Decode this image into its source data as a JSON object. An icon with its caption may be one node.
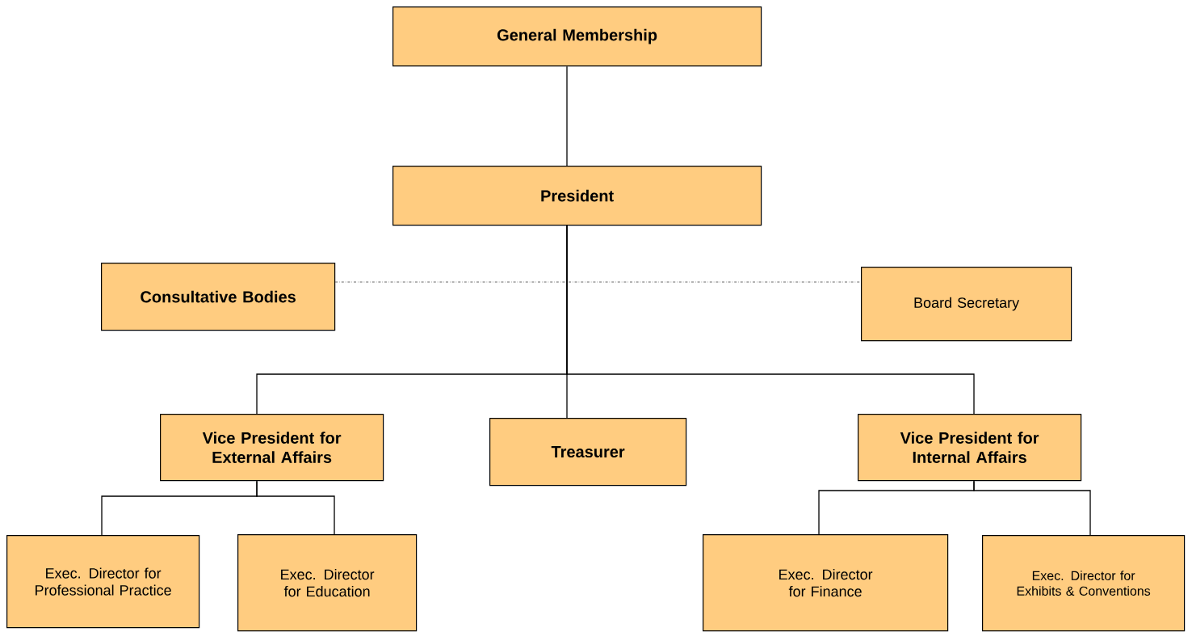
{
  "diagram": {
    "nodes": [
      {
        "text": [
          "General Membership"
        ]
      },
      {
        "text": [
          "President"
        ]
      },
      {
        "text": [
          "Consultative Bodies"
        ]
      },
      {
        "text": [
          "Board Secretary"
        ]
      },
      {
        "text": [
          "Vice President for External Affairs"
        ]
      },
      {
        "text": [
          "Treasurer"
        ]
      },
      {
        "text": [
          "Vice President for Internal Affairs"
        ]
      },
      {
        "text": [
          "Exec. Director for Professional Practice"
        ]
      },
      {
        "text": [
          "Exec. Director for Education"
        ]
      },
      {
        "text": [
          "Exec. Director for Finance"
        ]
      },
      {
        "text": [
          "Exec. Director for Exhibits & Conventions"
        ]
      }
    ],
    "edges": [
      {
        "from": 0,
        "to": 1,
        "arrow": "none"
      },
      {
        "from": 1,
        "to": 4,
        "arrow": "none"
      },
      {
        "from": 1,
        "to": 5,
        "arrow": "none"
      },
      {
        "from": 1,
        "to": 6,
        "arrow": "none"
      },
      {
        "from": 2,
        "to": 3,
        "arrow": "none",
        "style": "dashed"
      },
      {
        "from": 4,
        "to": 7,
        "arrow": "none"
      },
      {
        "from": 4,
        "to": 8,
        "arrow": "none"
      },
      {
        "from": 6,
        "to": 9,
        "arrow": "none"
      },
      {
        "from": 6,
        "to": 10,
        "arrow": "none"
      }
    ]
  }
}
